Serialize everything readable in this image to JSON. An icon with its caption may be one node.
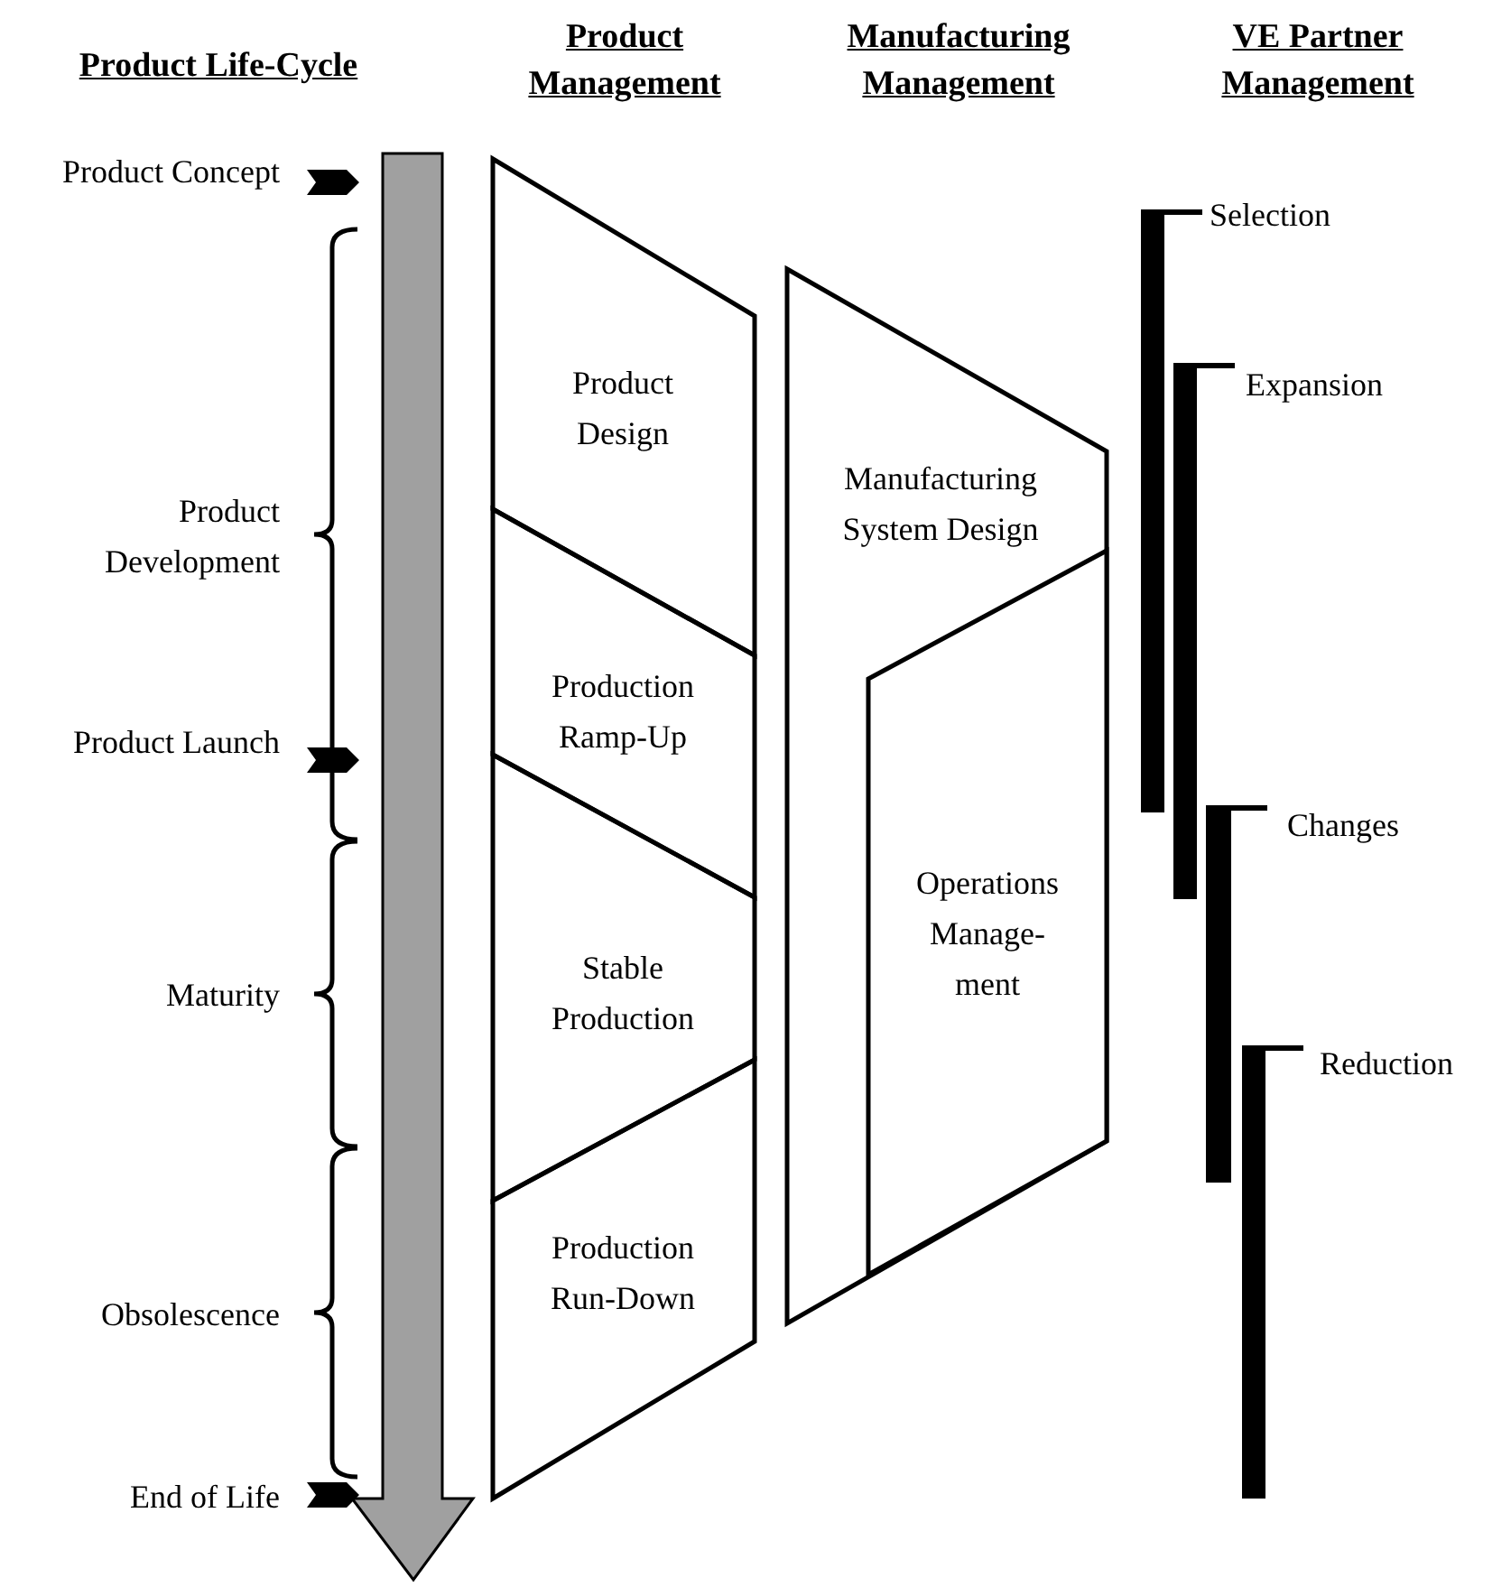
{
  "diagram": {
    "nodes": [
      {
        "text": [
          "Product Design"
        ]
      },
      {
        "text": [
          "Production Ramp-Up"
        ]
      },
      {
        "text": [
          "Stable Production"
        ]
      },
      {
        "text": [
          "Production Run-Down"
        ]
      },
      {
        "text": [
          "Manufacturing System Design"
        ]
      },
      {
        "text": [
          "Operations Manage- ment"
        ],
        "in": 4
      },
      {
        "text": [],
        "shape": "bar",
        "beside": [
          "Selection"
        ]
      },
      {
        "text": [],
        "shape": "bar",
        "beside": [
          "Expansion"
        ]
      },
      {
        "text": [],
        "shape": "bar",
        "beside": [
          "Changes"
        ]
      },
      {
        "text": [],
        "shape": "bar",
        "beside": [
          "Reduction"
        ]
      }
    ],
    "edges": [],
    "labels": [
      "Product Life-Cycle",
      "Product Management",
      "Manufacturing Management",
      "VE Partner Management",
      "Product Concept",
      "Product Development",
      "Product Launch",
      "Maturity",
      "Obsolescence",
      "End of Life"
    ]
  }
}
